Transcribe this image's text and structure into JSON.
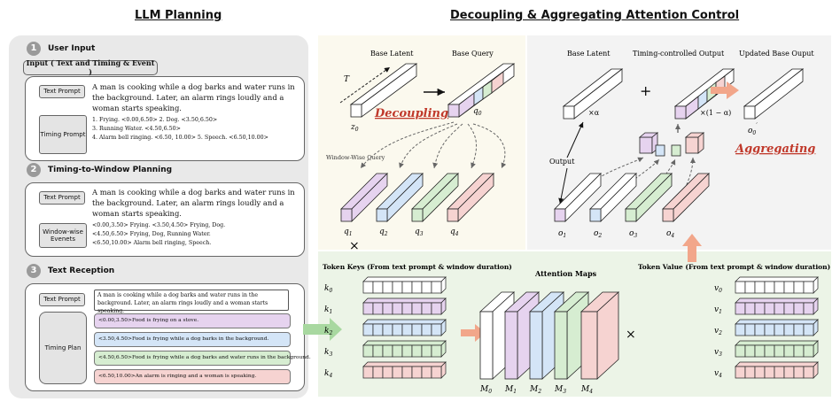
{
  "titles": {
    "left": "LLM Planning",
    "right": "Decoupling & Aggregating Attention Control"
  },
  "step1": {
    "num": "1",
    "label": "User Input",
    "header": "Input ( Text and Timing & Event )",
    "text_tag": "Text Prompt",
    "text": "A man is cooking while a dog barks and water runs in the background. Later, an alarm rings loudly and a woman starts speaking.",
    "timing_tag": "Timing Prompt",
    "timing_lines": [
      "1. Frying. <0.00,6.50>   2. Dog. <3.50,6.50>",
      "3. Running Water. <4.50,6.50>",
      "4. Alarm bell ringing. <6.50, 10.00>  5. Speech. <6.50,10.00>"
    ]
  },
  "step2": {
    "num": "2",
    "label": "Timing-to-Window Planning",
    "text_tag": "Text Prompt",
    "text": "A man is cooking while a dog barks and water runs in the background. Later, an alarm rings loudly and a woman starts speaking.",
    "window_tag": "Window-wise Evenets",
    "window_lines": [
      "<0.00,3.50> Frying.      <3.50,4.50> Frying, Dog.",
      "<4.50,6.50> Frying, Dog, Running Water.",
      "<6.50,10.00> Alarm bell ringing, Speech."
    ]
  },
  "step3": {
    "num": "3",
    "label": "Text Reception",
    "text_tag": "Text Prompt",
    "text": "A man is cooking while a dog barks and water runs in the background. Later, an alarm rings loudly and a woman starts speaking.",
    "plan_tag": "Timing Plan",
    "plan_rows": [
      "<0.00,3.50>Food is frying on a stove.",
      "<3.50,4.50>Food is frying while a dog barks in the background.",
      "<4.50,6.50>Food is frying while a dog barks and water runs in the background.",
      "<6.50,10.00>An alarm is ringing and a woman is speaking."
    ]
  },
  "decoupling": {
    "base_latent": "Base Latent",
    "base_query": "Base Query",
    "T": "T",
    "z0": "z",
    "z0_sub": "0",
    "q0": "q",
    "q0_sub": "0",
    "label": "Decoupling",
    "window_query": "Window-Wise Query",
    "queries": [
      {
        "name": "q",
        "sub": "1"
      },
      {
        "name": "q",
        "sub": "2"
      },
      {
        "name": "q",
        "sub": "3"
      },
      {
        "name": "q",
        "sub": "4"
      }
    ],
    "times": "×"
  },
  "aggregating": {
    "base_latent": "Base Latent",
    "timing_output": "Timing-controlled Output",
    "updated": "Updated Base Ouput",
    "plus": "+",
    "alpha": "×α",
    "one_minus_alpha": "×(1 − α)",
    "o0p": "o",
    "o0p_sub": "0",
    "label": "Aggregating",
    "output": "Output",
    "outputs": [
      {
        "name": "o",
        "sub": "1"
      },
      {
        "name": "o",
        "sub": "2"
      },
      {
        "name": "o",
        "sub": "3"
      },
      {
        "name": "o",
        "sub": "4"
      }
    ]
  },
  "attention": {
    "keys_title": "Token Keys (From text prompt & window duration)",
    "maps_title": "Attention Maps",
    "values_title": "Token Value (From text prompt & window duration)",
    "keys": [
      {
        "name": "k",
        "sub": "0"
      },
      {
        "name": "k",
        "sub": "1"
      },
      {
        "name": "k",
        "sub": "2"
      },
      {
        "name": "k",
        "sub": "3"
      },
      {
        "name": "k",
        "sub": "4"
      }
    ],
    "values": [
      {
        "name": "v",
        "sub": "0"
      },
      {
        "name": "v",
        "sub": "1"
      },
      {
        "name": "v",
        "sub": "2"
      },
      {
        "name": "v",
        "sub": "3"
      },
      {
        "name": "v",
        "sub": "4"
      }
    ],
    "maps": [
      {
        "name": "M",
        "sub": "0"
      },
      {
        "name": "M",
        "sub": "1"
      },
      {
        "name": "M",
        "sub": "2"
      },
      {
        "name": "M",
        "sub": "3"
      },
      {
        "name": "M",
        "sub": "4"
      }
    ],
    "times": "×"
  },
  "colors": {
    "white": "#ffffff",
    "purple": "#e6d3ef",
    "blue": "#d4e5f7",
    "green": "#d6edd1",
    "red": "#f6d3d1",
    "arrow": "#f2a68a",
    "green_arrow": "#a8d8a0"
  }
}
